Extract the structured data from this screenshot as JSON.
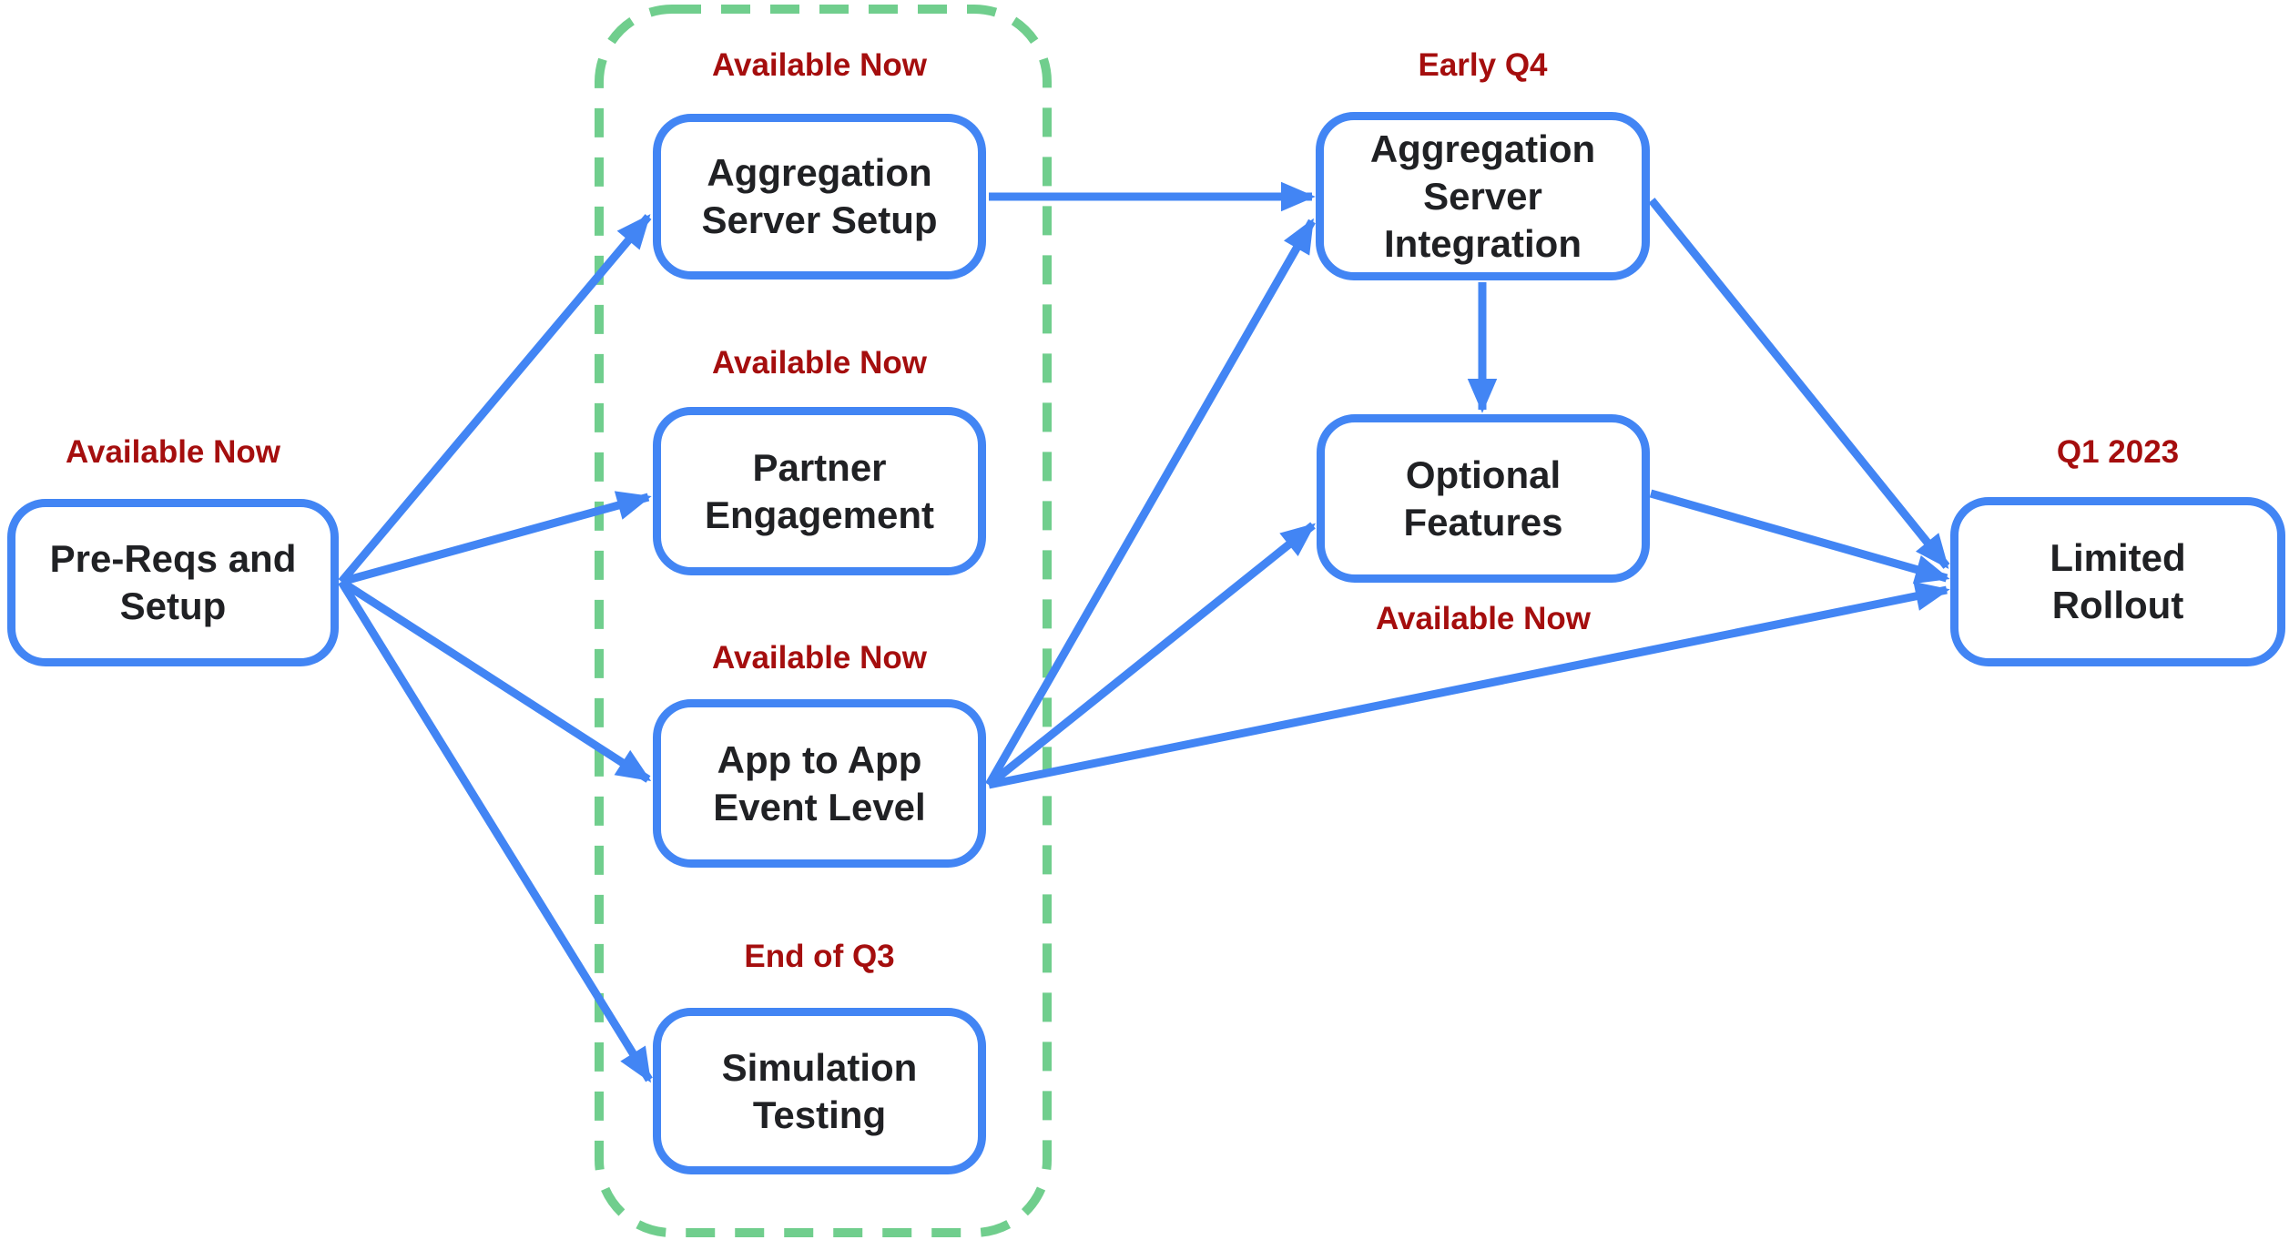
{
  "nodes": {
    "pre_reqs": {
      "label": "Pre-Reqs and Setup",
      "timeline": "Available Now"
    },
    "agg_server_setup": {
      "label": "Aggregation Server Setup",
      "timeline": "Available Now"
    },
    "partner_engagement": {
      "label": "Partner Engagement",
      "timeline": "Available Now"
    },
    "app_to_app": {
      "label": "App to App Event Level",
      "timeline": "Available Now"
    },
    "simulation_testing": {
      "label": "Simulation Testing",
      "timeline": "End of Q3"
    },
    "agg_server_integration": {
      "label": "Aggregation Server Integration",
      "timeline": "Early Q4"
    },
    "optional_features": {
      "label": "Optional Features",
      "timeline": "Available Now"
    },
    "limited_rollout": {
      "label": "Limited Rollout",
      "timeline": "Q1 2023"
    }
  },
  "edges": [
    {
      "from": "pre_reqs",
      "to": "agg_server_setup"
    },
    {
      "from": "pre_reqs",
      "to": "partner_engagement"
    },
    {
      "from": "pre_reqs",
      "to": "app_to_app"
    },
    {
      "from": "pre_reqs",
      "to": "simulation_testing"
    },
    {
      "from": "agg_server_setup",
      "to": "agg_server_integration"
    },
    {
      "from": "app_to_app",
      "to": "agg_server_integration"
    },
    {
      "from": "app_to_app",
      "to": "optional_features"
    },
    {
      "from": "app_to_app",
      "to": "limited_rollout"
    },
    {
      "from": "agg_server_integration",
      "to": "optional_features"
    },
    {
      "from": "agg_server_integration",
      "to": "limited_rollout"
    },
    {
      "from": "optional_features",
      "to": "limited_rollout"
    }
  ],
  "group": {
    "border_style": "dashed",
    "members": [
      "agg_server_setup",
      "partner_engagement",
      "app_to_app",
      "simulation_testing"
    ]
  },
  "colors": {
    "node_border": "#4285f4",
    "arrow": "#4285f4",
    "timeline_label": "#a50e0e",
    "node_text": "#202124",
    "group_border": "#70ce8d",
    "background": "#ffffff"
  }
}
